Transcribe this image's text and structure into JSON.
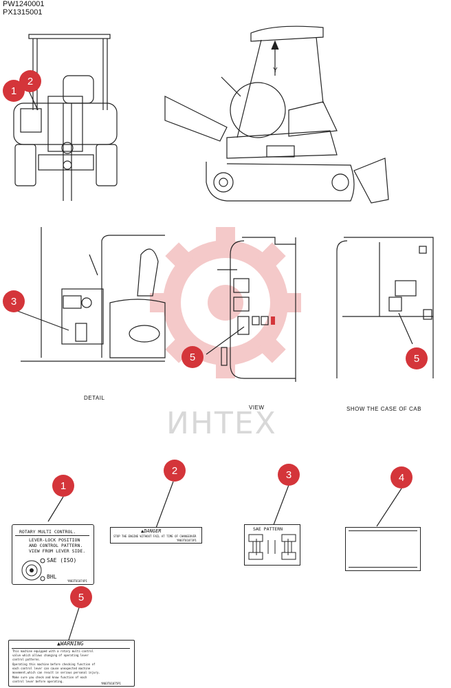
{
  "header": {
    "code1": "PW1240001",
    "code2": "PX1315001"
  },
  "captions": {
    "detail": "DETAIL",
    "view": "VIEW",
    "cab": "SHOW THE CASE OF CAB",
    "y_arrow": "Y"
  },
  "watermark": {
    "text": "ИНТЕХ",
    "color": "#f4c9c9"
  },
  "callouts": [
    "1",
    "2",
    "3",
    "4",
    "5"
  ],
  "accent_color": "#d4353a",
  "label1": {
    "title": "ROTARY MULTI CONTROL.",
    "lines": [
      "LEVER-LOCK POSITION",
      "AND CONTROL PATTERN.",
      "VIEW FROM LEVER SIDE."
    ],
    "sae": "SAE (ISO)",
    "bhl": "BHL",
    "code": "YN03T01074P1"
  },
  "label2": {
    "title": "DANGER",
    "text": "STOP THE ENGINE WITHOUT FAIL AT TIME OF CHANGEOVER",
    "code": "YN03T01073P1"
  },
  "label3": {
    "title": "SAE PATTERN"
  },
  "label5": {
    "title": "WARNING",
    "lines": [
      "This machine equipped with a rotary multi-control",
      "valve which allows changing of operating lever",
      "control patterns.",
      "Operating this machine before checking function of",
      "each control lever can cause unexpected machine",
      "movement,which can result in serious personal injury.",
      "Make sure you check and know function of each",
      "control lever before operating."
    ],
    "code": "YN03T01075P1"
  }
}
